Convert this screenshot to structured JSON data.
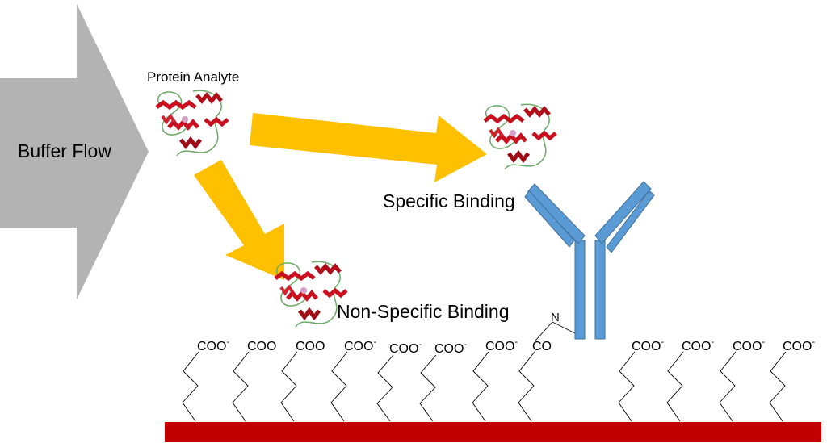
{
  "labels": {
    "buffer_flow": "Buffer Flow",
    "protein_analyte": "Protein Analyte",
    "specific_binding": "Specific Binding",
    "non_specific_binding": "Non-Specific Binding",
    "n_terminus": "N"
  },
  "surface_groups": [
    {
      "text": "COO",
      "charge": "-"
    },
    {
      "text": "COO",
      "charge": ""
    },
    {
      "text": "COO",
      "charge": ""
    },
    {
      "text": "COO",
      "charge": "-"
    },
    {
      "text": "COO",
      "charge": "-"
    },
    {
      "text": "COO",
      "charge": "-"
    },
    {
      "text": "COO",
      "charge": "-"
    },
    {
      "text": "CO",
      "charge": ""
    },
    {
      "text": "COO",
      "charge": "-"
    },
    {
      "text": "COO",
      "charge": "-"
    },
    {
      "text": "COO",
      "charge": "-"
    },
    {
      "text": "COO",
      "charge": "-"
    }
  ],
  "colors": {
    "flow_arrow": "#b3b3b3",
    "path_arrow": "#ffc000",
    "antibody": "#5b9bd5",
    "antibody_outline": "#41719c",
    "substrate": "#c00000",
    "protein_helix": "#c8101e",
    "protein_loop": "#6aaa64"
  },
  "icons": {
    "protein": "protein-ribbon-icon",
    "antibody": "antibody-y-icon"
  }
}
